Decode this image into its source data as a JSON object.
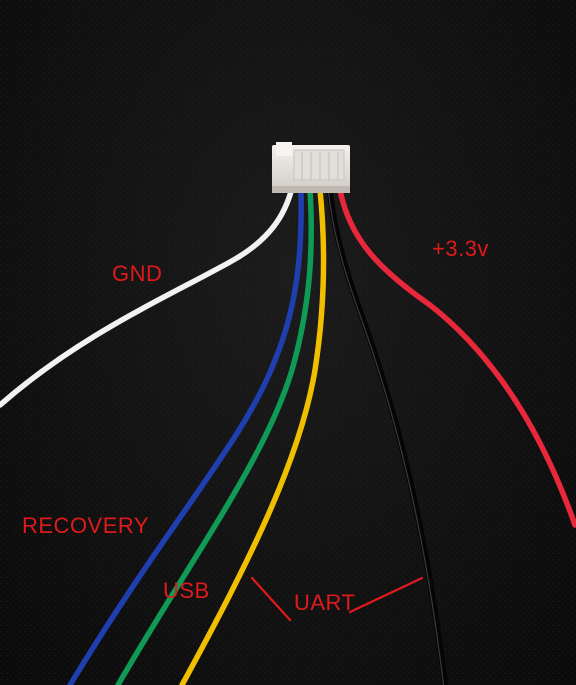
{
  "labels": {
    "gnd": "GND",
    "v33": "+3.3v",
    "recovery": "RECOVERY",
    "usb": "USB",
    "uart": "UART"
  },
  "colors": {
    "background": "#121212",
    "label_text": "#e01a1a",
    "wire_white": "#f2f2f2",
    "wire_blue": "#1f3fb0",
    "wire_green": "#0f9a55",
    "wire_yellow": "#f0c000",
    "wire_black": "#050505",
    "wire_red": "#e8283a",
    "connector": "#e9e6e2"
  },
  "wires": [
    {
      "name": "white",
      "color": "#f2f2f2",
      "label": "GND"
    },
    {
      "name": "blue",
      "color": "#1f3fb0",
      "label": "RECOVERY"
    },
    {
      "name": "green",
      "color": "#0f9a55",
      "label": ""
    },
    {
      "name": "yellow",
      "color": "#f0c000",
      "label": "USB"
    },
    {
      "name": "black",
      "color": "#050505",
      "label": "UART"
    },
    {
      "name": "red",
      "color": "#e8283a",
      "label": "+3.3v"
    }
  ]
}
